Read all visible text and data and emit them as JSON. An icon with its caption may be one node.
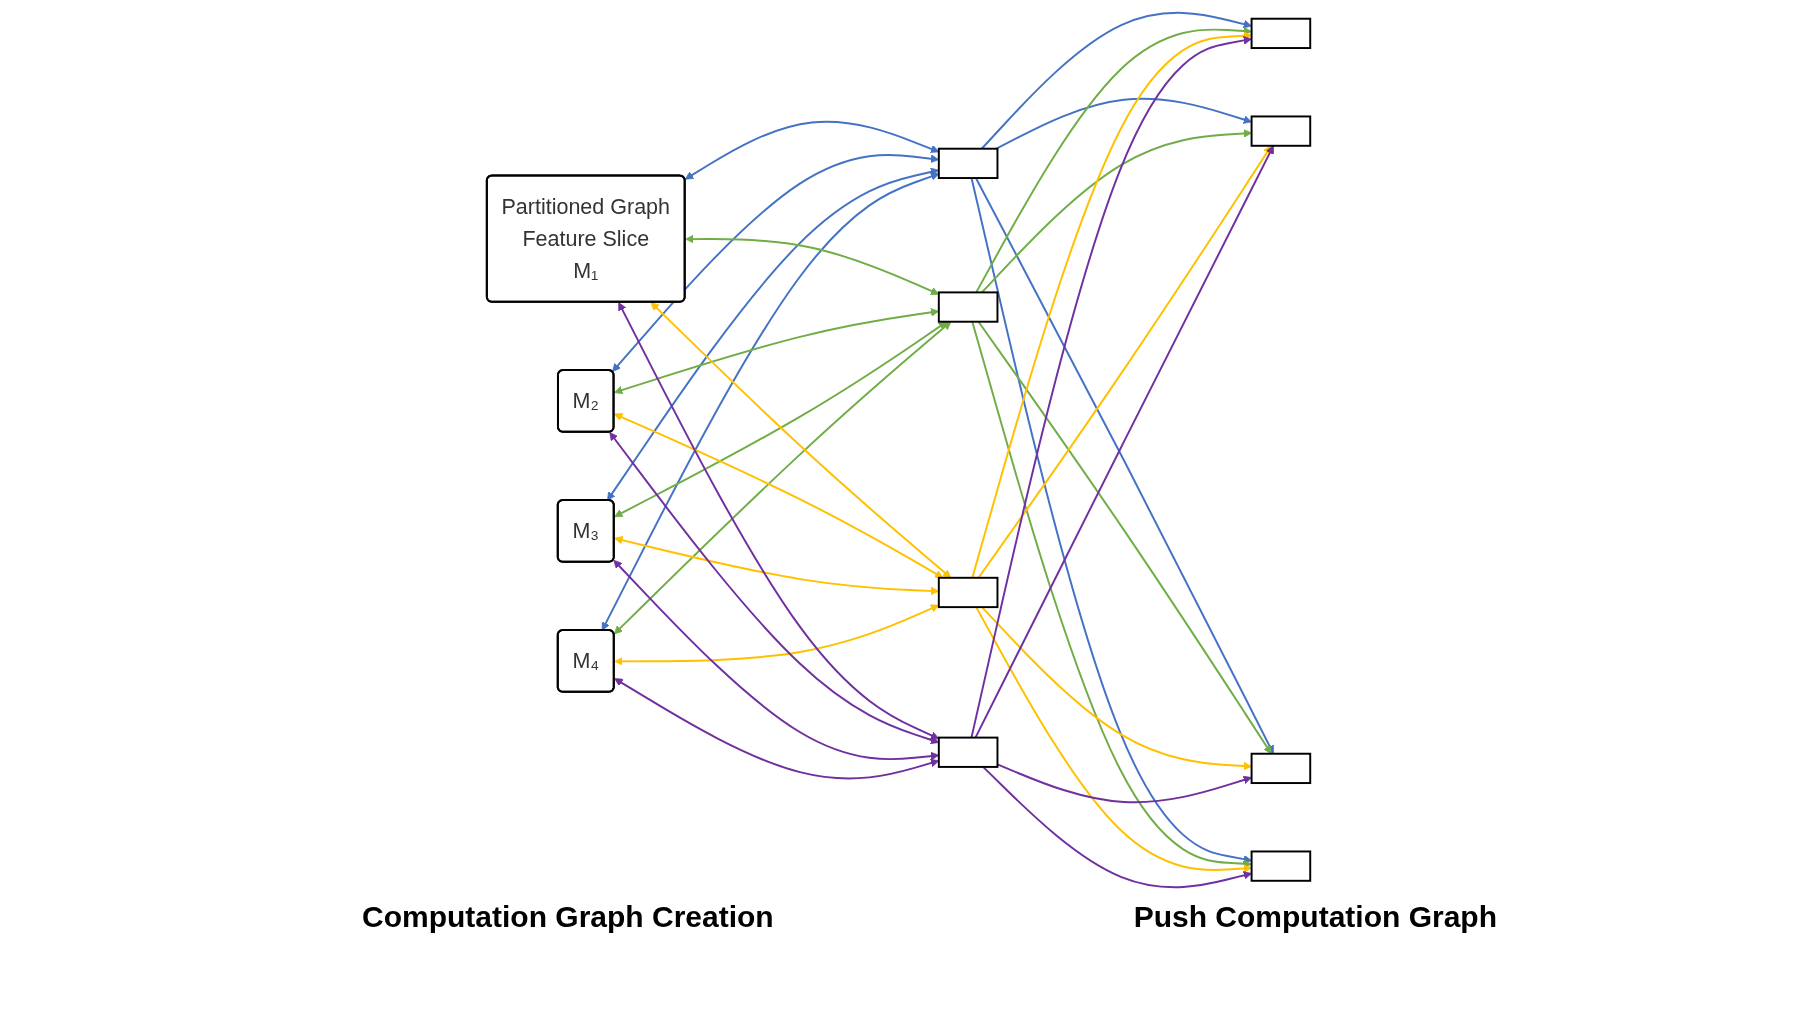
{
  "diagram": {
    "nodes": [
      {
        "text": [
          "Partitioned Graph",
          "Feature Slice",
          "M₁"
        ]
      },
      {
        "text": [
          "M₂"
        ]
      },
      {
        "text": [
          "M₃"
        ]
      },
      {
        "text": [
          "M₄"
        ]
      },
      {
        "text": [],
        "shape": "box"
      },
      {
        "text": [],
        "shape": "box"
      },
      {
        "text": [],
        "shape": "box"
      },
      {
        "text": [],
        "shape": "box"
      },
      {
        "text": [],
        "shape": "box"
      },
      {
        "text": [],
        "shape": "box"
      },
      {
        "text": [],
        "shape": "box"
      },
      {
        "text": [],
        "shape": "box"
      }
    ],
    "edges": [
      {
        "from": 0,
        "to": 4,
        "arrow": "both",
        "color": "#4472c4"
      },
      {
        "from": 1,
        "to": 4,
        "arrow": "both",
        "color": "#4472c4"
      },
      {
        "from": 2,
        "to": 4,
        "arrow": "both",
        "color": "#4472c4"
      },
      {
        "from": 3,
        "to": 4,
        "arrow": "both",
        "color": "#4472c4"
      },
      {
        "from": 0,
        "to": 5,
        "arrow": "both",
        "color": "#70ad47"
      },
      {
        "from": 1,
        "to": 5,
        "arrow": "both",
        "color": "#70ad47"
      },
      {
        "from": 2,
        "to": 5,
        "arrow": "both",
        "color": "#70ad47"
      },
      {
        "from": 3,
        "to": 5,
        "arrow": "both",
        "color": "#70ad47"
      },
      {
        "from": 0,
        "to": 6,
        "arrow": "both",
        "color": "#ffc000"
      },
      {
        "from": 1,
        "to": 6,
        "arrow": "both",
        "color": "#ffc000"
      },
      {
        "from": 2,
        "to": 6,
        "arrow": "both",
        "color": "#ffc000"
      },
      {
        "from": 3,
        "to": 6,
        "arrow": "both",
        "color": "#ffc000"
      },
      {
        "from": 0,
        "to": 7,
        "arrow": "both",
        "color": "#7030a0"
      },
      {
        "from": 1,
        "to": 7,
        "arrow": "both",
        "color": "#7030a0"
      },
      {
        "from": 2,
        "to": 7,
        "arrow": "both",
        "color": "#7030a0"
      },
      {
        "from": 3,
        "to": 7,
        "arrow": "both",
        "color": "#7030a0"
      },
      {
        "from": 4,
        "to": 8,
        "arrow": "to",
        "color": "#4472c4"
      },
      {
        "from": 4,
        "to": 9,
        "arrow": "to",
        "color": "#4472c4"
      },
      {
        "from": 4,
        "to": 10,
        "arrow": "to",
        "color": "#4472c4"
      },
      {
        "from": 4,
        "to": 11,
        "arrow": "to",
        "color": "#4472c4"
      },
      {
        "from": 5,
        "to": 8,
        "arrow": "to",
        "color": "#70ad47"
      },
      {
        "from": 5,
        "to": 9,
        "arrow": "to",
        "color": "#70ad47"
      },
      {
        "from": 5,
        "to": 10,
        "arrow": "to",
        "color": "#70ad47"
      },
      {
        "from": 5,
        "to": 11,
        "arrow": "to",
        "color": "#70ad47"
      },
      {
        "from": 6,
        "to": 8,
        "arrow": "to",
        "color": "#ffc000"
      },
      {
        "from": 6,
        "to": 9,
        "arrow": "to",
        "color": "#ffc000"
      },
      {
        "from": 6,
        "to": 10,
        "arrow": "to",
        "color": "#ffc000"
      },
      {
        "from": 6,
        "to": 11,
        "arrow": "to",
        "color": "#ffc000"
      },
      {
        "from": 7,
        "to": 8,
        "arrow": "to",
        "color": "#7030a0"
      },
      {
        "from": 7,
        "to": 9,
        "arrow": "to",
        "color": "#7030a0"
      },
      {
        "from": 7,
        "to": 10,
        "arrow": "to",
        "color": "#7030a0"
      },
      {
        "from": 7,
        "to": 11,
        "arrow": "to",
        "color": "#7030a0"
      }
    ],
    "labels": [
      "Computation Graph Creation",
      "Push Computation Graph"
    ]
  }
}
